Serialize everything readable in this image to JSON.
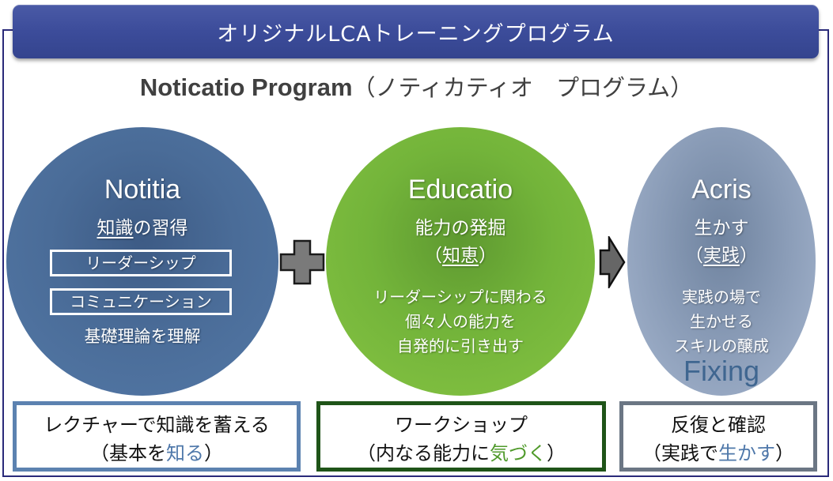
{
  "banner": {
    "title": "オリジナルLCAトレーニングプログラム",
    "color": "#3c4c9a"
  },
  "subtitle": {
    "latin": "Noticatio Program",
    "kana": "（ノティカティオ　プログラム）"
  },
  "stages": [
    {
      "name": "Notitia",
      "heading_underlined": "知識",
      "heading_rest": "の習得",
      "boxes": [
        "リーダーシップ",
        "コミュニケーション"
      ],
      "description": [
        "基礎理論を理解"
      ],
      "color": "#4a6c98"
    },
    {
      "name": "Educatio",
      "heading": "能力の発掘",
      "paren_open": "（",
      "paren_underlined": "知恵",
      "paren_close": "）",
      "description": [
        "リーダーシップに関わる",
        "個々人の能力を",
        "自発的に引き出す"
      ],
      "color": "#73b43a"
    },
    {
      "name": "Acris",
      "heading": "生かす",
      "paren_open": "（",
      "paren_underlined": "実践",
      "paren_close": "）",
      "description": [
        "実践の場で",
        "生かせる",
        "スキルの醸成"
      ],
      "tag": "Fixing",
      "tag_color": "#3f6690",
      "color": "#8b9db8"
    }
  ],
  "connectors": {
    "plus": "plus-icon",
    "arrow": "arrow-right-icon"
  },
  "bottom_boxes": [
    {
      "line1": "レクチャーで知識を蓄える",
      "line2_prefix": "（基本を",
      "line2_highlight": "知る",
      "line2_suffix": "）",
      "border_color": "#5c82b0",
      "highlight_color": "#4f78aa"
    },
    {
      "line1": "ワークショップ",
      "line2_prefix": "（内なる能力に",
      "line2_highlight": "気づく",
      "line2_suffix": "）",
      "border_color": "#1f5418",
      "highlight_color": "#4f9a2a"
    },
    {
      "line1": "反復と確認",
      "line2_prefix": "（実践で",
      "line2_highlight": "生かす",
      "line2_suffix": "）",
      "border_color": "#6b7684",
      "highlight_color": "#4f78aa"
    }
  ]
}
